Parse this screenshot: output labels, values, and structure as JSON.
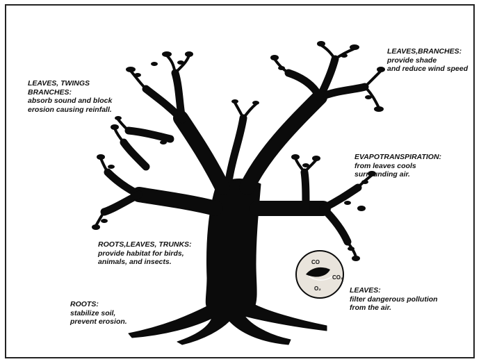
{
  "colors": {
    "ink": "#0b0b0b",
    "frame": "#222222",
    "circle_fill": "#e9e4dc"
  },
  "annotations": {
    "leaves_twigs": {
      "title": "LEAVES, TWINGS\nBRANCHES:",
      "body": "absorb sound and block\nerosion causing reinfall."
    },
    "leaves_branches": {
      "title": "LEAVES,BRANCHES:",
      "body": "provide shade\nand reduce wind speed"
    },
    "evapotranspiration": {
      "title": "EVAPOTRANSPIRATION:",
      "body": "from leaves cools\nsurrounding air."
    },
    "roots_leaves_trunks": {
      "title": "ROOTS,LEAVES, TRUNKS:",
      "body": "provide habitat for birds,\nanimals, and insects."
    },
    "leaves_filter": {
      "title": "LEAVES:",
      "body": "filter dangerous pollution\nfrom the air."
    },
    "roots": {
      "title": "ROOTS:",
      "body": "stabilize soil,\nprevent erosion."
    }
  },
  "pollution_circle": {
    "labels": [
      "CO",
      "CO₂",
      "O₂"
    ]
  }
}
